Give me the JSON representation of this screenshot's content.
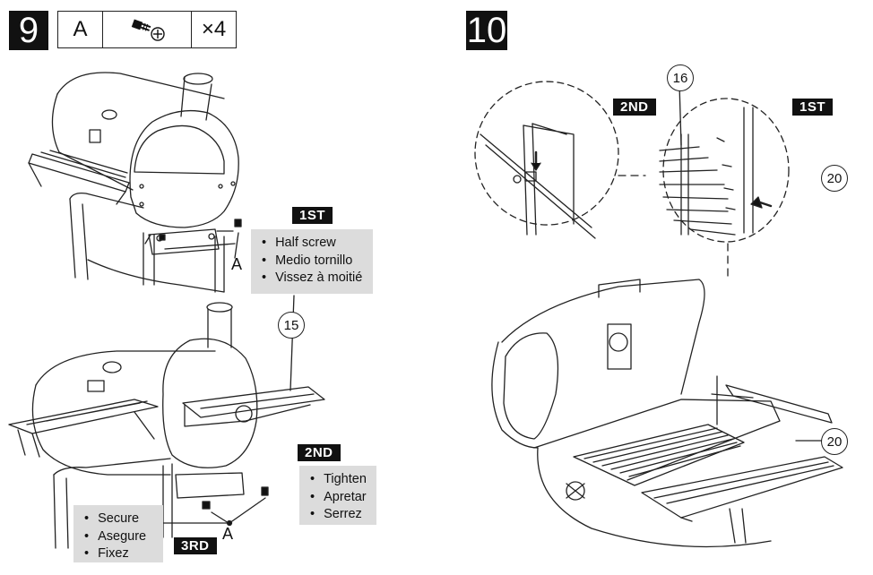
{
  "step9": {
    "number": "9",
    "parts": {
      "part_letter": "A",
      "icon": "screw-icon",
      "quantity": "×4"
    },
    "first": {
      "badge": "1ST",
      "notes": [
        "Half screw",
        "Medio tornillo",
        "Vissez à moitié"
      ],
      "part_label": "A"
    },
    "second": {
      "badge": "2ND",
      "notes": [
        "Tighten",
        "Apretar",
        "Serrez"
      ],
      "callout": "15"
    },
    "third": {
      "badge": "3RD",
      "notes": [
        "Secure",
        "Asegure",
        "Fixez"
      ],
      "part_label": "A"
    }
  },
  "step10": {
    "number": "10",
    "second_badge": "2ND",
    "first_badge": "1ST",
    "callouts": [
      "16",
      "20",
      "20"
    ]
  }
}
